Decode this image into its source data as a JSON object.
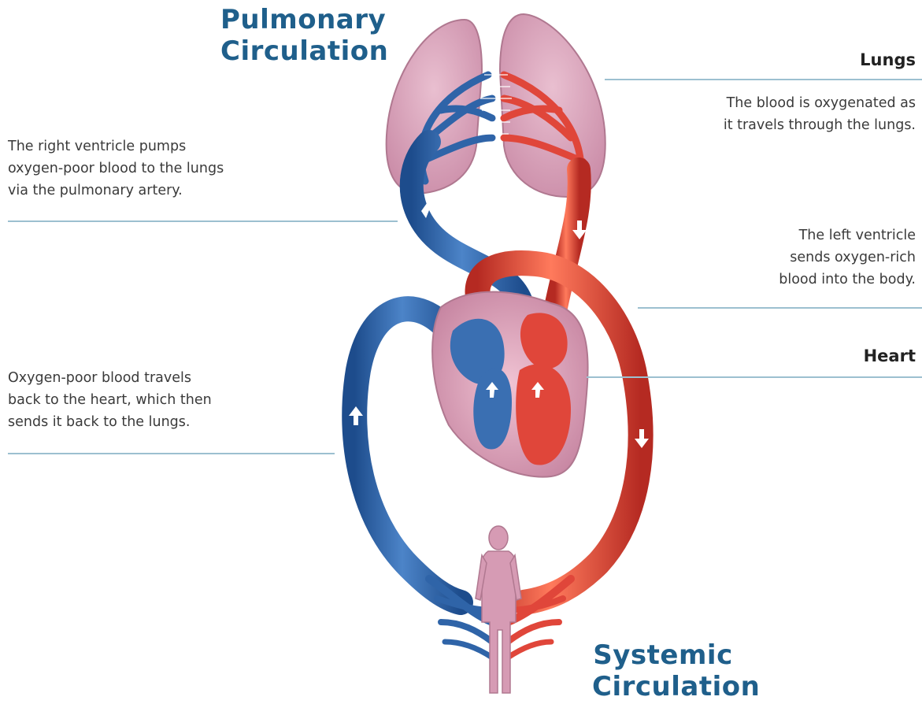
{
  "titles": {
    "pulmonary_line1": "Pulmonary",
    "pulmonary_line2": "Circulation",
    "systemic_line1": "Systemic",
    "systemic_line2": "Circulation"
  },
  "labels": {
    "lungs": "Lungs",
    "heart": "Heart"
  },
  "descriptions": {
    "right_ventricle": [
      "The right ventricle pumps",
      "oxygen-poor blood to the lungs",
      "via the pulmonary artery."
    ],
    "lungs": [
      "The blood is oxygenated as",
      "it travels through the lungs."
    ],
    "left_ventricle": [
      "The left ventricle",
      "sends oxygen-rich",
      "blood into the body."
    ],
    "return": [
      "Oxygen-poor blood travels",
      "back to the heart, which then",
      "sends it back to the lungs."
    ]
  },
  "colors": {
    "oxygen_poor": "#2f64a8",
    "oxygen_rich": "#e0463a",
    "tissue": "#d9a0b8",
    "title": "#1f5f8b",
    "rule": "#9cc0d0"
  }
}
